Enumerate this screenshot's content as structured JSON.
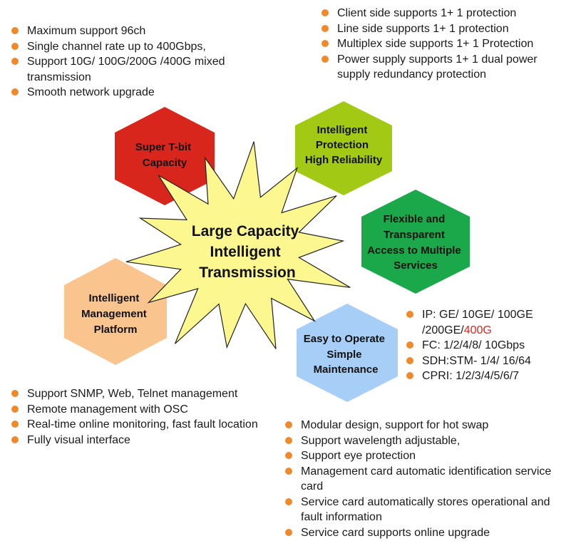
{
  "center": {
    "lines": [
      "Large Capacity",
      "Intelligent",
      "Transmission"
    ]
  },
  "hexagons": [
    {
      "id": "capacity",
      "lines": [
        "Super T-bit",
        "Capacity"
      ],
      "color": "#d9261c"
    },
    {
      "id": "protection",
      "lines": [
        "Intelligent",
        "Protection",
        "High Reliability"
      ],
      "color": "#a2c913"
    },
    {
      "id": "access",
      "lines": [
        "Flexible and",
        "Transparent",
        "Access to Multiple",
        "Services"
      ],
      "color": "#1aa84b"
    },
    {
      "id": "maintenance",
      "lines": [
        "Easy to Operate",
        "Simple",
        "Maintenance"
      ],
      "color": "#a6cef7"
    },
    {
      "id": "management",
      "lines": [
        "Intelligent",
        "Management",
        "Platform"
      ],
      "color": "#f9c48d"
    }
  ],
  "colors": {
    "star": "#fcf78f",
    "bullet": "#ee8a2c",
    "highlight": "#e0241b"
  },
  "capacity_features": [
    "Maximum support 96ch",
    "Single channel rate up to 400Gbps,",
    "Support 10G/ 100G/200G /400G mixed transmission",
    "Smooth network upgrade"
  ],
  "protection_features": [
    "Client side supports 1+ 1 protection",
    "Line side supports 1+ 1 protection",
    "Multiplex side supports 1+ 1 Protection",
    "Power supply supports 1+ 1 dual power supply redundancy protection"
  ],
  "access_features": {
    "ip_prefix": "IP: GE/ 10GE/ 100GE /200GE/",
    "ip_highlight": "400G",
    "fc": "FC: 1/2/4/8/ 10Gbps",
    "sdh": "SDH:STM- 1/4/ 16/64",
    "cpri": "CPRI: 1/2/3/4/5/6/7"
  },
  "management_features": [
    "Support SNMP, Web, Telnet management",
    "Remote management with OSC",
    "Real-time online monitoring, fast fault location",
    "Fully visual interface"
  ],
  "maintenance_features": [
    "Modular design, support for hot swap",
    "Support wavelength adjustable,",
    "Support eye protection",
    "Management card automatic identification service card",
    "Service card automatically stores operational and fault information",
    "Service card supports online upgrade"
  ]
}
